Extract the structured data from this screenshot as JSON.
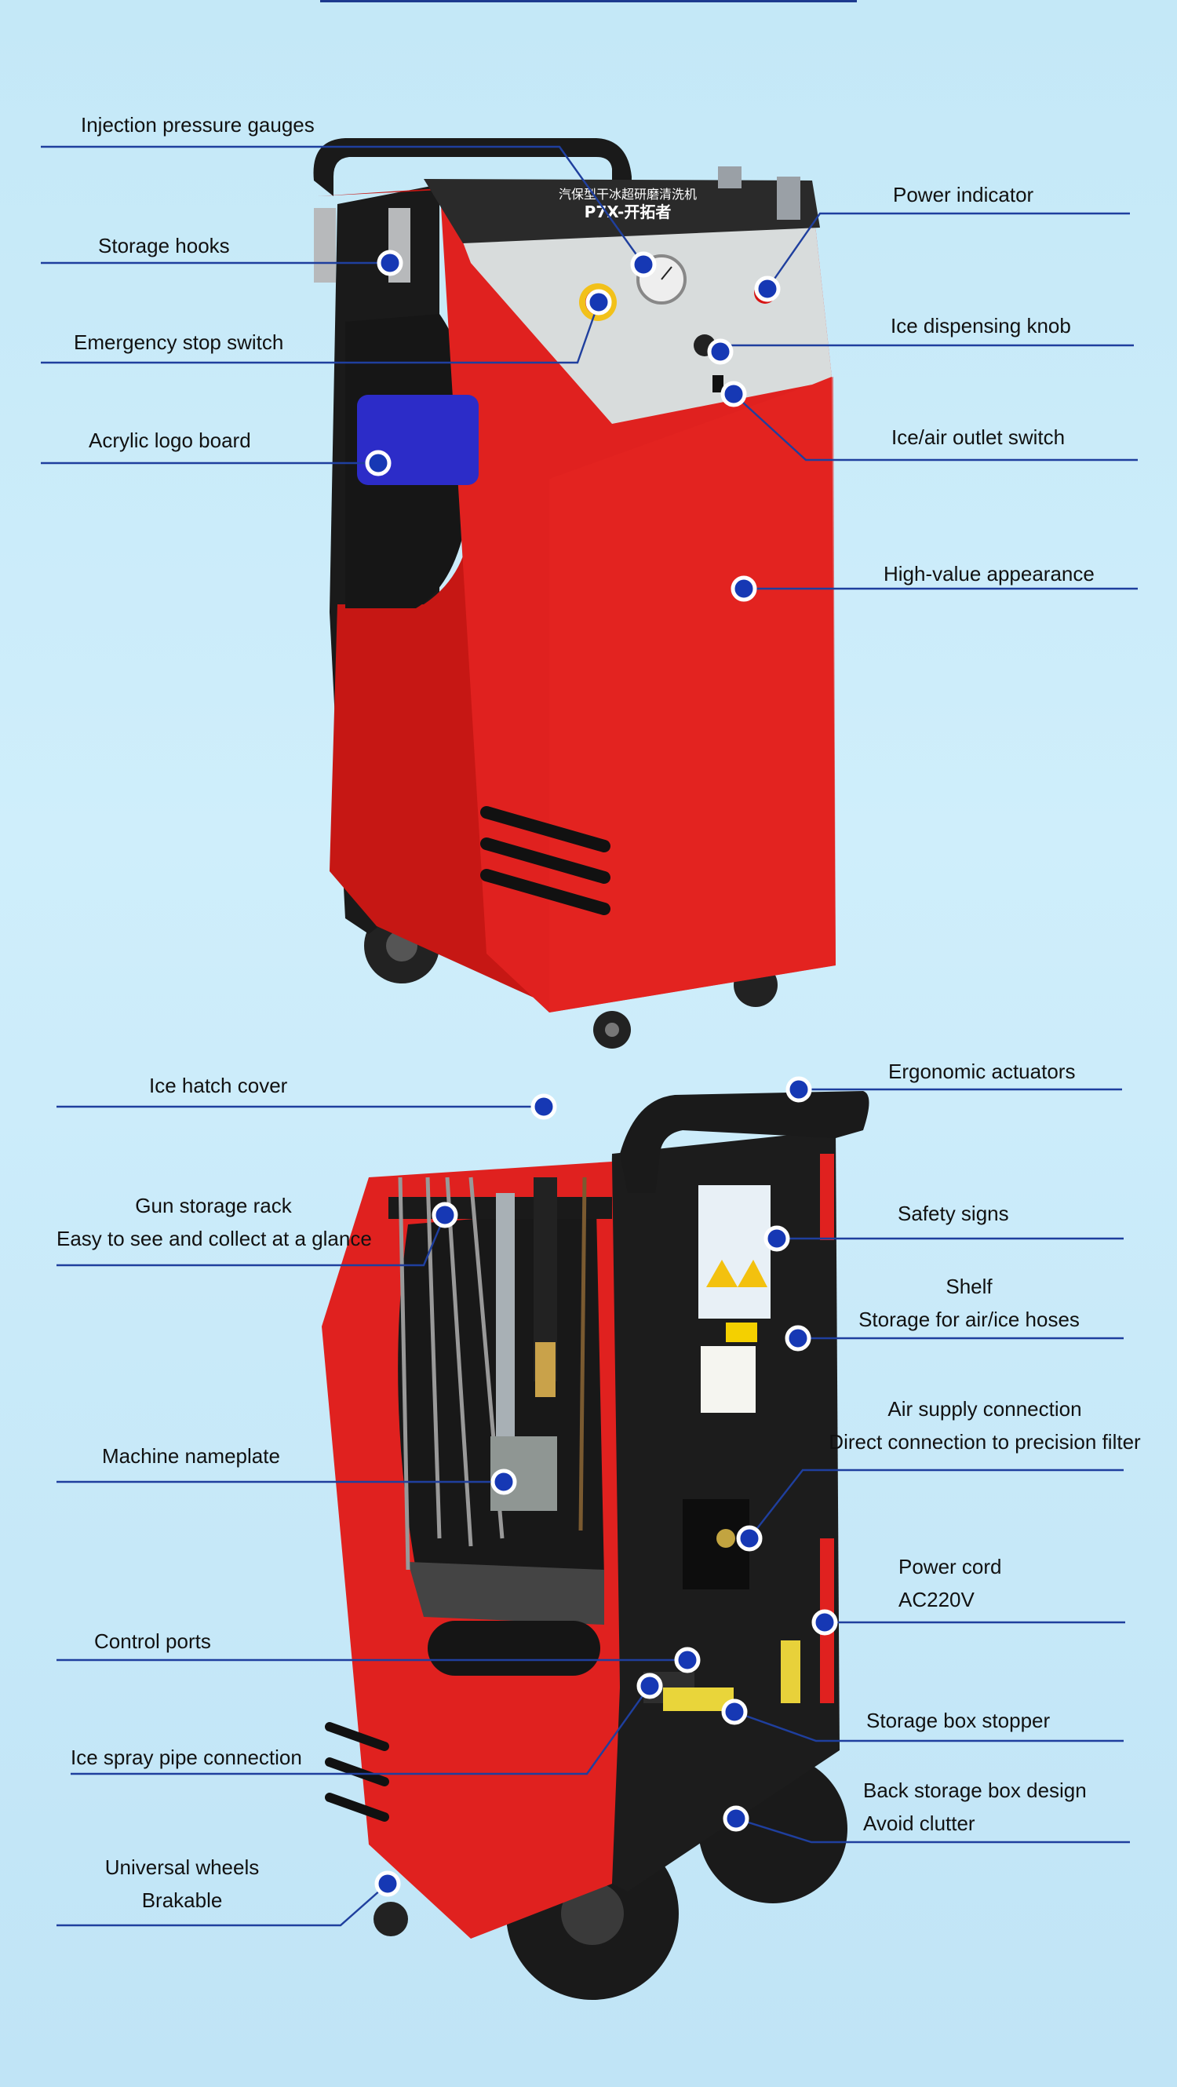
{
  "product": {
    "panel_brand_text": "汽保型干冰超研磨清洗机",
    "panel_model_text": "P7X-开拓者"
  },
  "colors": {
    "background": "#c6e9f8",
    "leader_line": "#1f3f9e",
    "dot": "#1638b4",
    "machine_red": "#e0211f",
    "machine_black": "#1a1a1a"
  },
  "callouts_top": [
    {
      "id": "injection-pressure-gauges",
      "lines": [
        "Injection pressure gauges"
      ]
    },
    {
      "id": "storage-hooks",
      "lines": [
        "Storage hooks"
      ]
    },
    {
      "id": "emergency-stop-switch",
      "lines": [
        "Emergency stop switch"
      ]
    },
    {
      "id": "acrylic-logo-board",
      "lines": [
        "Acrylic logo board"
      ]
    },
    {
      "id": "power-indicator",
      "lines": [
        "Power indicator"
      ]
    },
    {
      "id": "ice-dispensing-knob",
      "lines": [
        "Ice dispensing knob"
      ]
    },
    {
      "id": "ice-air-outlet-switch",
      "lines": [
        "Ice/air outlet switch"
      ]
    },
    {
      "id": "high-value-appearance",
      "lines": [
        "High-value appearance"
      ]
    }
  ],
  "callouts_bottom": [
    {
      "id": "ice-hatch-cover",
      "lines": [
        "Ice hatch cover"
      ]
    },
    {
      "id": "gun-storage-rack",
      "lines": [
        "Gun storage rack",
        "Easy to see and collect at a glance"
      ]
    },
    {
      "id": "machine-nameplate",
      "lines": [
        "Machine nameplate"
      ]
    },
    {
      "id": "control-ports",
      "lines": [
        "Control ports"
      ]
    },
    {
      "id": "ice-spray-pipe-connection",
      "lines": [
        "Ice spray pipe connection"
      ]
    },
    {
      "id": "universal-wheels",
      "lines": [
        "Universal wheels",
        "Brakable"
      ]
    },
    {
      "id": "ergonomic-actuators",
      "lines": [
        "Ergonomic actuators"
      ]
    },
    {
      "id": "safety-signs",
      "lines": [
        "Safety signs"
      ]
    },
    {
      "id": "shelf",
      "lines": [
        "Shelf",
        "Storage for air/ice hoses"
      ]
    },
    {
      "id": "air-supply-connection",
      "lines": [
        "Air supply connection",
        "Direct connection to precision filter"
      ]
    },
    {
      "id": "power-cord",
      "lines": [
        "Power cord",
        "AC220V"
      ]
    },
    {
      "id": "storage-box-stopper",
      "lines": [
        "Storage box stopper"
      ]
    },
    {
      "id": "back-storage-box-design",
      "lines": [
        "Back storage box design",
        "Avoid clutter"
      ]
    }
  ]
}
